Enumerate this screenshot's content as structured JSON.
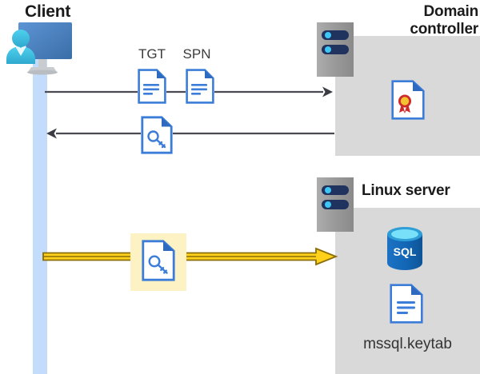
{
  "diagram": {
    "title_client": "Client",
    "title_domain_controller": "Domain\ncontroller",
    "title_domain_controller_line1": "Domain",
    "title_domain_controller_line2": "controller",
    "title_linux_server": "Linux server",
    "label_tgt": "TGT",
    "label_spn": "SPN",
    "label_sql": "SQL",
    "caption_keytab": "mssql.keytab",
    "icons": {
      "client": "user-monitor-icon",
      "server_dc": "server-rack-icon",
      "server_linux": "server-rack-icon",
      "doc_tgt": "document-icon",
      "doc_spn": "document-icon",
      "doc_ticket": "document-key-icon",
      "doc_ticket_highlighted": "document-key-icon",
      "certificate": "certificate-document-icon",
      "database": "sql-database-icon",
      "keytab": "document-icon"
    },
    "arrows": {
      "request_to_dc": "arrow-right-gray",
      "response_from_dc": "arrow-left-gray",
      "ticket_to_linux": "arrow-right-yellow"
    },
    "colors": {
      "panel": "#d9d9d9",
      "lifeline": "#c3dcfb",
      "highlight": "#fdf2c4",
      "arrow_gray": "#4a4a52",
      "arrow_yellow_fill": "#ffd11a",
      "arrow_yellow_stroke": "#8a6d0b",
      "doc_blue": "#3b7dd8",
      "doc_fold": "#2e6bc0",
      "server_gray": "#9b9b9b",
      "server_bar": "#20325e",
      "server_dot": "#29b6f6",
      "sql_blue": "#1266b5",
      "sql_top": "#5fd3f3",
      "seal_red": "#cf2a2a",
      "seal_gold": "#f2c230",
      "person_cyan": "#36bcd8",
      "monitor_blue": "#4a86c8",
      "text": "#1b1b1b"
    }
  }
}
